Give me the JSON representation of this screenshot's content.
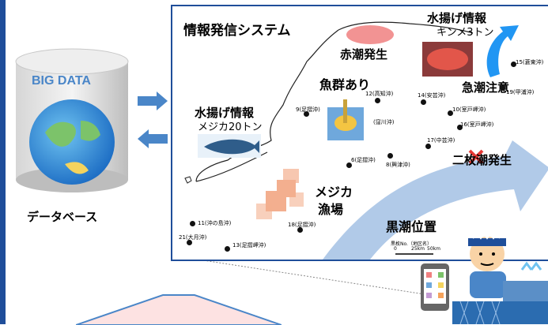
{
  "database": {
    "big_data_text": "BIG DATA",
    "caption": "データベース"
  },
  "map": {
    "title": "情報発信システム",
    "red_tide": "赤潮発生",
    "landing_top_title": "水揚げ情報",
    "landing_top_detail": "キンメ3トン",
    "warning": "急潮注意",
    "landing_left_title": "水揚げ情報",
    "landing_left_detail": "メジカ20トン",
    "fish_school": "魚群あり",
    "double_current": "二枚潮発生",
    "mejika_line1": "メジカ",
    "mejika_line2": "漁場",
    "kuroshio": "黒潮位置",
    "scale_title": "黒枚No.（地区名）",
    "scale_ticks": [
      "0",
      "25km",
      "50km"
    ],
    "stations": [
      {
        "label": "15(蒼東沖)"
      },
      {
        "label": "19(甲浦沖)"
      },
      {
        "label": "12(高知沖)"
      },
      {
        "label": "14(安芸沖)"
      },
      {
        "label": "10(室戸岬沖)"
      },
      {
        "label": "16(室戸岬沖)"
      },
      {
        "label": "9(足摺沖)"
      },
      {
        "label": "(窪川沖)"
      },
      {
        "label": "17(中芸沖)"
      },
      {
        "label": "8(興津沖)"
      },
      {
        "label": "6(足摺沖)"
      },
      {
        "label": "11(沖の島沖)"
      },
      {
        "label": "18(足摺沖)"
      },
      {
        "label": "21(大月沖)"
      },
      {
        "label": "13(足摺岬沖)"
      }
    ]
  },
  "colors": {
    "frame_blue": "#1f4e9a",
    "arrow_blue": "#4a86c8",
    "red_tide": "#f08080",
    "kuroshio_current": "#a9c4e6",
    "fishing_ground": "#f2a27c",
    "bottom_arrow_fill": "#fde2e2"
  }
}
